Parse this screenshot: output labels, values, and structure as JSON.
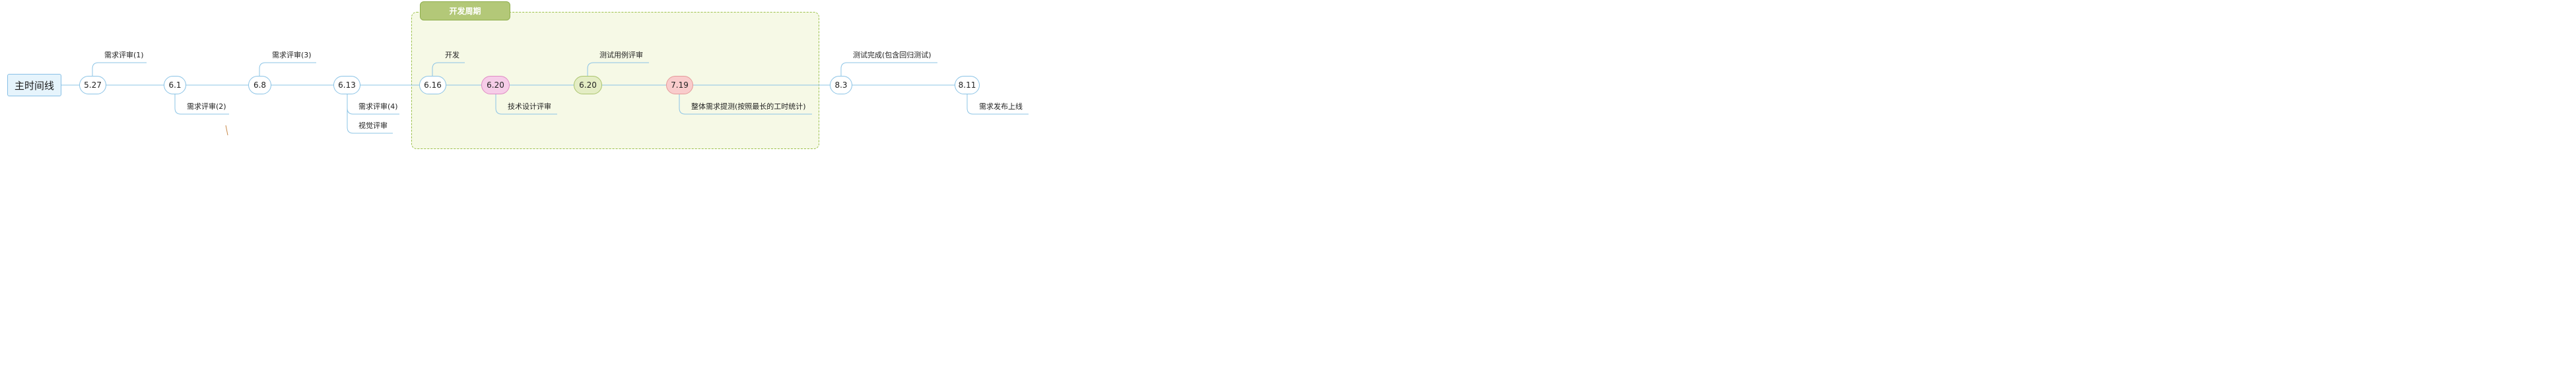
{
  "root": {
    "label": "主时间线"
  },
  "phase": {
    "label": "开发周期"
  },
  "milestones": [
    {
      "label": "5.27",
      "fill": "#ffffff",
      "stroke": "#8cc4e6"
    },
    {
      "label": "6.1",
      "fill": "#ffffff",
      "stroke": "#8cc4e6"
    },
    {
      "label": "6.8",
      "fill": "#ffffff",
      "stroke": "#8cc4e6"
    },
    {
      "label": "6.13",
      "fill": "#ffffff",
      "stroke": "#8cc4e6"
    },
    {
      "label": "6.16",
      "fill": "#ffffff",
      "stroke": "#8cc4e6"
    },
    {
      "label": "6.20",
      "fill": "#f6cde8",
      "stroke": "#e08cc4"
    },
    {
      "label": "6.20",
      "fill": "#e4edc4",
      "stroke": "#aac46e"
    },
    {
      "label": "7.19",
      "fill": "#f9cccc",
      "stroke": "#e59a9a"
    },
    {
      "label": "8.3",
      "fill": "#ffffff",
      "stroke": "#8cc4e6"
    },
    {
      "label": "8.11",
      "fill": "#ffffff",
      "stroke": "#8cc4e6"
    }
  ],
  "events": [
    {
      "label": "需求评审(1)"
    },
    {
      "label": "需求评审(2)"
    },
    {
      "label": "需求评审(3)"
    },
    {
      "label": "需求评审(4)"
    },
    {
      "label": "视觉评审"
    },
    {
      "label": "开发"
    },
    {
      "label": "技术设计评审"
    },
    {
      "label": "测试用例评审"
    },
    {
      "label": "整体需求提测(按照最长的工时统计)"
    },
    {
      "label": "测试完成(包含回归测试)"
    },
    {
      "label": "需求发布上线"
    }
  ],
  "colors": {
    "connector": "#8cc4e6",
    "frame": "#9bc04a",
    "frame_fill": "#f6f9e6"
  }
}
